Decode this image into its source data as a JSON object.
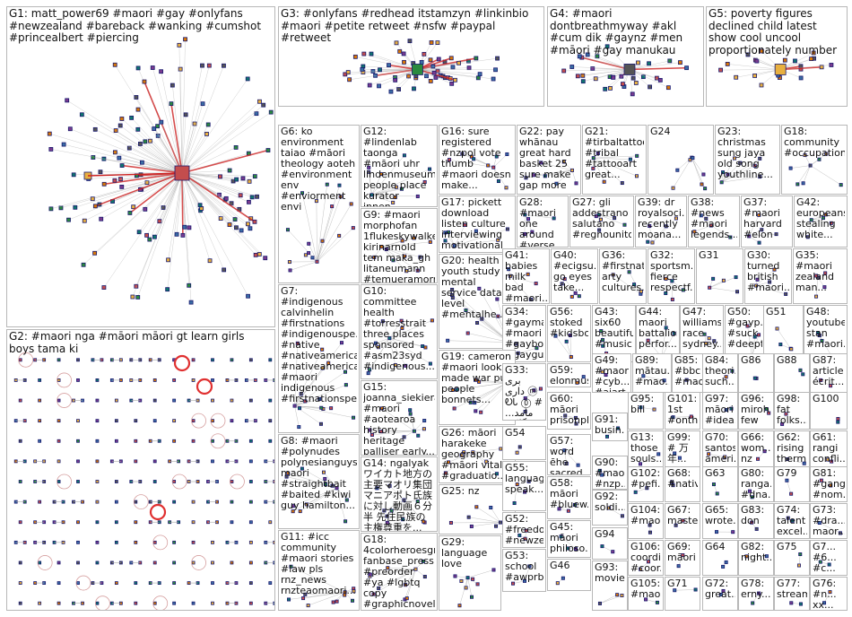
{
  "groups": [
    {
      "id": "G1",
      "label": "G1: matt_power69 #maori #gay #onlyfans #newzealand #bareback #wanking #cumshot #princealbert #piercing"
    },
    {
      "id": "G2",
      "label": "G2: #maori nga #māori māori gt learn girls boys tama ki"
    },
    {
      "id": "G3",
      "label": "G3: #onlyfans #redhead itstamzyn #linkinbio #maori #petite retweet #nsfw #paypal #retweet"
    },
    {
      "id": "G4",
      "label": "G4: #maori dontbreathmyway #akl #cum dik #gaynz #men #māori #gay manukau"
    },
    {
      "id": "G5",
      "label": "G5: poverty figures declined child latest show cool uncool proportionately number"
    },
    {
      "id": "G6",
      "label": "G6: ko environment taiao #māori theology aoteh #environment env #enviorment envi"
    },
    {
      "id": "G12",
      "label": "G12: #lindenlab taonga #māori uhr lindenmuseum people place kurator innen..."
    },
    {
      "id": "G16",
      "label": "G16: sure registered #nzpol vote thumb #maori doesn make..."
    },
    {
      "id": "G22",
      "label": "G22: pay whānau great hard basket 25 sure make gap more"
    },
    {
      "id": "G21",
      "label": "G21: #tirbaltattoo #tribal #tattooart great..."
    },
    {
      "id": "G24",
      "label": "G24"
    },
    {
      "id": "G23",
      "label": "G23: christmas sung jaya old song youthline..."
    },
    {
      "id": "G18",
      "label": "G18: community #occupation..."
    },
    {
      "id": "G9",
      "label": "G9: #maori morphofan 1flukeskywalker kirinarnold tem maka_gh litaneumann #temueramorri..."
    },
    {
      "id": "G17",
      "label": "G17: pickett download listen culture interviewing motivational māori..."
    },
    {
      "id": "G28",
      "label": "G28: #maori one around #verse #babydaddy..."
    },
    {
      "id": "G27",
      "label": "G27: gli addestrano salutano #regnounito..."
    },
    {
      "id": "G39",
      "label": "G39: dr royalsoci... recently moana..."
    },
    {
      "id": "G38",
      "label": "G38: #news #maori legends..."
    },
    {
      "id": "G37",
      "label": "G37: #maori harvard #elon"
    },
    {
      "id": "G42",
      "label": "G42: europeans stealing white..."
    },
    {
      "id": "G7",
      "label": "G7: #indigenous calvinhelin #firstnations #indigenouspe... #native #nativeamerica... #nativeamerican #maori indigenous #firstnationspe..."
    },
    {
      "id": "G10",
      "label": "G10: committee health #torresstrait three places sponsored #asm23syd #indigenous..."
    },
    {
      "id": "G20",
      "label": "G20: health youth study mental service data level #mentalhe..."
    },
    {
      "id": "G41",
      "label": "G41: babies milk bad #maori..."
    },
    {
      "id": "G40",
      "label": "G40: #ecigsu... go eyes take..."
    },
    {
      "id": "G36",
      "label": "G36: #firstnati... arty cultures..."
    },
    {
      "id": "G32",
      "label": "G32: sportsm... fierce respectf..."
    },
    {
      "id": "G31",
      "label": "G31"
    },
    {
      "id": "G30",
      "label": "G30: turned british #maori..."
    },
    {
      "id": "G35",
      "label": "G35: #maori zealand man..."
    },
    {
      "id": "G34",
      "label": "G34: #gayman #maori #gayboy #gaygu..."
    },
    {
      "id": "G56",
      "label": "G56: stoked #kidsbo..."
    },
    {
      "id": "G43",
      "label": "G43: six60 beautiful #music"
    },
    {
      "id": "G44",
      "label": "G44: maori battalion perfor..."
    },
    {
      "id": "G47",
      "label": "G47: williams race sydney..."
    },
    {
      "id": "G50",
      "label": "G50: #gayp... #suck #deept..."
    },
    {
      "id": "G51",
      "label": "G51"
    },
    {
      "id": "G48",
      "label": "G48: youtube stan #maori..."
    },
    {
      "id": "G19",
      "label": "G19: cameron #maori look made war put people bonnets..."
    },
    {
      "id": "G33",
      "label": "G33: بری داری ⓜ ᎧᏓ ⓪ # مامد... سنگلکی..."
    },
    {
      "id": "G59",
      "label": "G59: elonmusk"
    },
    {
      "id": "G49",
      "label": "G49: #maorim... #cyb... #aiart..."
    },
    {
      "id": "G89",
      "label": "G89: mātau... #mao..."
    },
    {
      "id": "G85",
      "label": "G85: #bbc #mao..."
    },
    {
      "id": "G84",
      "label": "G84: theori... such..."
    },
    {
      "id": "G86",
      "label": "G86"
    },
    {
      "id": "G88",
      "label": "G88"
    },
    {
      "id": "G87",
      "label": "G87: article écrit..."
    },
    {
      "id": "G15",
      "label": "G15: joanna_siekiera #maori #aotearoa history heritage palliser early..."
    },
    {
      "id": "G60",
      "label": "G60: māori prisonpl..."
    },
    {
      "id": "G95",
      "label": "G95: bill"
    },
    {
      "id": "G101",
      "label": "G101: 1st #onthi..."
    },
    {
      "id": "G97",
      "label": "G97: māori #idea..."
    },
    {
      "id": "G96",
      "label": "G96: miroh few"
    },
    {
      "id": "G98",
      "label": "G98: fat folks..."
    },
    {
      "id": "G100",
      "label": "G100"
    },
    {
      "id": "G26",
      "label": "G26: māori harakeke geography #māori vital #graduatio..."
    },
    {
      "id": "G54",
      "label": "G54"
    },
    {
      "id": "G91",
      "label": "G91: busin..."
    },
    {
      "id": "G13",
      "label": "G13: those souls..."
    },
    {
      "id": "G99",
      "label": "G99: # 万年..."
    },
    {
      "id": "G70",
      "label": "G70: santos ameri..."
    },
    {
      "id": "G66",
      "label": "G66: wom... nz"
    },
    {
      "id": "G62",
      "label": "G62: rising therm..."
    },
    {
      "id": "G61",
      "label": "G61: rangi confli..."
    },
    {
      "id": "G8",
      "label": "G8: #maori #polynudes polynesianguys maori #straightbait #baited #kiwi guy hamilton..."
    },
    {
      "id": "G14",
      "label": "G14: ngalyak ワイカト地方の主要マオリ集団マニアポト氏族に対し動画６分半 先住民族の主権尊重を..."
    },
    {
      "id": "G57",
      "label": "G57: word ēhe sacred..."
    },
    {
      "id": "G90",
      "label": "G90: #maori #nzp..."
    },
    {
      "id": "G102",
      "label": "G102: #pefi..."
    },
    {
      "id": "G68",
      "label": "G68: #nativ..."
    },
    {
      "id": "G63",
      "label": "G63"
    },
    {
      "id": "G80",
      "label": "G80: ranga... #dna..."
    },
    {
      "id": "G79",
      "label": "G79"
    },
    {
      "id": "G81",
      "label": "G81: #gang #nom..."
    },
    {
      "id": "G25",
      "label": "G25: nz"
    },
    {
      "id": "G55",
      "label": "G55: language speak..."
    },
    {
      "id": "G58",
      "label": "G58: māori #bluew..."
    },
    {
      "id": "G92",
      "label": "G92: soldi..."
    },
    {
      "id": "G104",
      "label": "G104: #maor..."
    },
    {
      "id": "G67",
      "label": "G67: maste..."
    },
    {
      "id": "G65",
      "label": "G65: wrote..."
    },
    {
      "id": "G83",
      "label": "G83: don"
    },
    {
      "id": "G74",
      "label": "G74: talent excel..."
    },
    {
      "id": "G73",
      "label": "G73: #dra... maor..."
    },
    {
      "id": "G11",
      "label": "G11: #icc community #maori stories #law pls rnz_news rnzteaomaori..."
    },
    {
      "id": "G18b",
      "label": "G18: 4colorheroesgn fanbase_press #preorder #ya #lgbtq copy #graphicnovel..."
    },
    {
      "id": "G52",
      "label": "G52: #freedo... #newze..."
    },
    {
      "id": "G45",
      "label": "G45: māori philoso..."
    },
    {
      "id": "G94",
      "label": "G94"
    },
    {
      "id": "G106",
      "label": "G106: coordi... #coor..."
    },
    {
      "id": "G69",
      "label": "G69: māori"
    },
    {
      "id": "G64",
      "label": "G64"
    },
    {
      "id": "G82",
      "label": "G82: night..."
    },
    {
      "id": "G75",
      "label": "G75"
    },
    {
      "id": "G7b",
      "label": "G7... #6... #c..."
    },
    {
      "id": "G29",
      "label": "G29: language love"
    },
    {
      "id": "G53",
      "label": "G53: school #awprb..."
    },
    {
      "id": "G46",
      "label": "G46"
    },
    {
      "id": "G93",
      "label": "G93: movie"
    },
    {
      "id": "G105",
      "label": "G105: #maor..."
    },
    {
      "id": "G71",
      "label": "G71"
    },
    {
      "id": "G72",
      "label": "G72: great..."
    },
    {
      "id": "G78",
      "label": "G78: erny..."
    },
    {
      "id": "G77",
      "label": "G77: stream..."
    },
    {
      "id": "G76",
      "label": "G76: #n... xx..."
    }
  ],
  "colors": {
    "edge": "#a8a8a8",
    "strong_edge": "#cc2222",
    "node_border": "#1a1a6e",
    "self_loop": "#e03030",
    "panel_border": "#b8b8b8"
  }
}
